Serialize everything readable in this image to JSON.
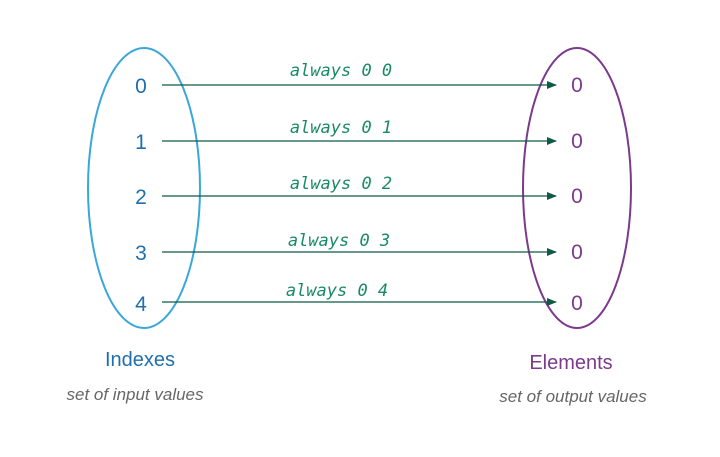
{
  "colors": {
    "index_blue": "#1f6fae",
    "left_ellipse": "#3aa7d9",
    "right_ellipse": "#7b3a8c",
    "element_purple": "#7b3a8c",
    "arrow_green": "#0f5a45",
    "label_green": "#198a66",
    "subtitle_gray": "#666666"
  },
  "left_set": {
    "title": "Indexes",
    "subtitle": "set of input values",
    "items": [
      "0",
      "1",
      "2",
      "3",
      "4"
    ]
  },
  "right_set": {
    "title": "Elements",
    "subtitle": "set of output values",
    "items": [
      "0",
      "0",
      "0",
      "0",
      "0"
    ]
  },
  "mappings": [
    {
      "label": "always 0 0"
    },
    {
      "label": "always 0 1"
    },
    {
      "label": "always 0 2"
    },
    {
      "label": "always 0 3"
    },
    {
      "label": "always 0 4"
    }
  ]
}
